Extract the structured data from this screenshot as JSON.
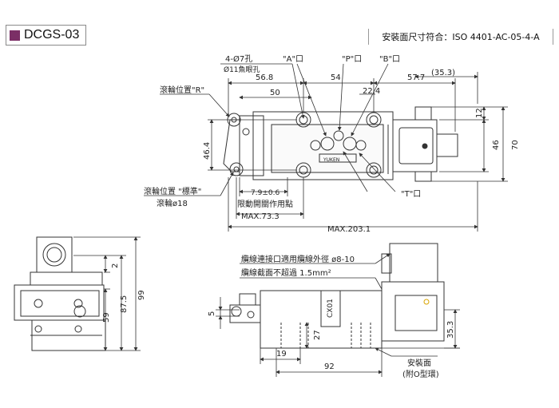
{
  "header": {
    "model": "DCGS-03",
    "iso_note": "安裝面尺寸符合：ISO 4401-AC-05-4-A",
    "accent_color": "#7b2f66"
  },
  "top_view": {
    "hole_note": "4-Ø7孔",
    "counterbore_note": "Ø11魚眼孔",
    "port_a": "\"A\"口",
    "port_p": "\"P\"口",
    "port_b": "\"B\"口",
    "port_t": "\"T\"口",
    "roller_r": "滾輪位置\"R\"",
    "roller_std": "滾輪位置 \"標準\"",
    "roller_dia": "滾輪ø18",
    "dim_56_8": "56.8",
    "dim_54": "54",
    "dim_57_7": "57.7",
    "dim_35_3": "(35.3)",
    "dim_50": "50",
    "dim_22_4": "22.4",
    "dim_46_4": "46.4",
    "dim_12": "12",
    "dim_46": "46",
    "dim_70": "70",
    "dim_7_9": "7.9±0.6",
    "limit_note": "限動開關作用點",
    "max_73_3": "MAX.73.3",
    "max_203_1": "MAX.203.1",
    "nameplate": "YUKEN"
  },
  "side_view": {
    "dim_2": "2",
    "dim_59": "59",
    "dim_87_5": "87.5",
    "dim_99": "99"
  },
  "front_view": {
    "cable_note_1": "纜線連接口適用纜線外徑 ø8-10",
    "cable_note_2": "纜線截面不超過 1.5mm²",
    "dim_5": "5",
    "dim_27": "27",
    "dim_19": "19",
    "dim_92": "92",
    "dim_35_3": "35.3",
    "mount_face": "安裝面",
    "oring_note": "(附O型環)",
    "body_label": "CX01"
  }
}
